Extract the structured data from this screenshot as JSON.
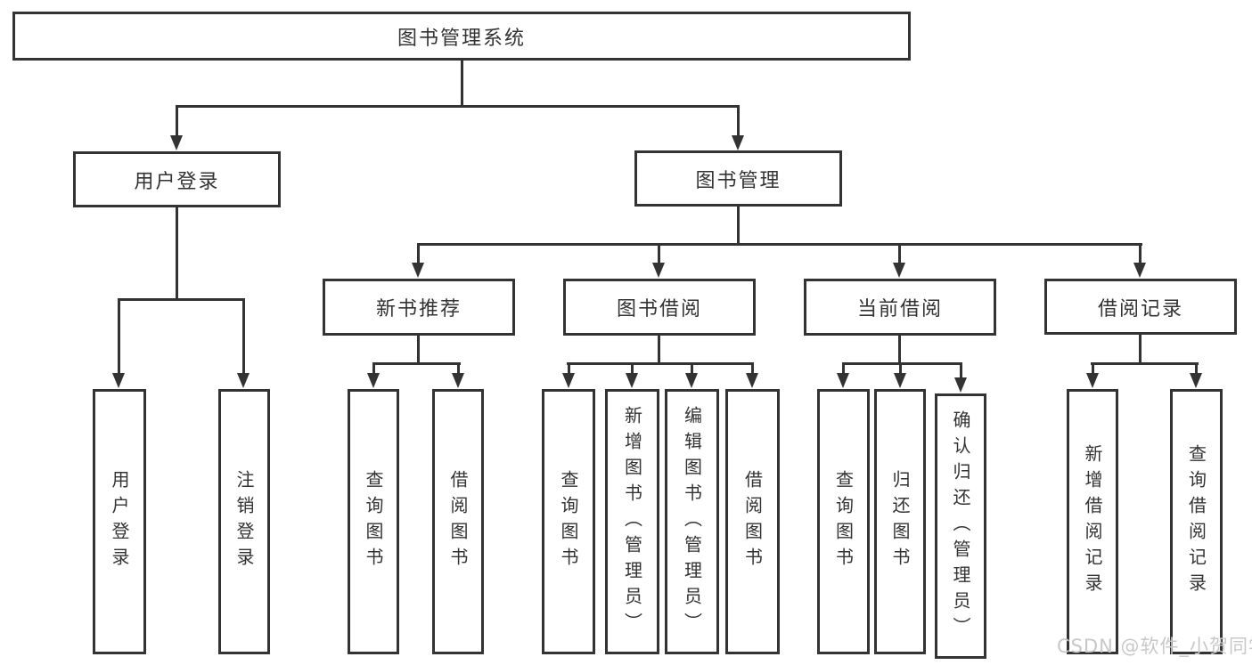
{
  "page": {
    "background": "#ffffff"
  },
  "colors": {
    "line": "#333333",
    "box_border": "#333333",
    "text": "#333333",
    "watermark_text": "#c8c8c8"
  },
  "diagram": {
    "root": {
      "label": "图书管理系统"
    },
    "level2": [
      {
        "id": "user-login",
        "label": "用户登录"
      },
      {
        "id": "book-management",
        "label": "图书管理"
      }
    ],
    "level3": [
      {
        "id": "new-book-recommend",
        "label": "新书推荐"
      },
      {
        "id": "book-borrow",
        "label": "图书借阅"
      },
      {
        "id": "current-borrow",
        "label": "当前借阅"
      },
      {
        "id": "borrow-records",
        "label": "借阅记录"
      }
    ],
    "leaves": [
      {
        "group": "user-login",
        "label": "用户登录"
      },
      {
        "group": "user-login",
        "label": "注销登录"
      },
      {
        "group": "new-book-recommend",
        "label": "查询图书"
      },
      {
        "group": "new-book-recommend",
        "label": "借阅图书"
      },
      {
        "group": "book-borrow",
        "label": "查询图书"
      },
      {
        "group": "book-borrow",
        "label": "新增图书（管理员）"
      },
      {
        "group": "book-borrow",
        "label": "编辑图书（管理员）"
      },
      {
        "group": "book-borrow",
        "label": "借阅图书"
      },
      {
        "group": "current-borrow",
        "label": "查询图书"
      },
      {
        "group": "current-borrow",
        "label": "归还图书"
      },
      {
        "group": "current-borrow",
        "label": "确认归还（管理员）"
      },
      {
        "group": "borrow-records",
        "label": "新增借阅记录"
      },
      {
        "group": "borrow-records",
        "label": "查询借阅记录"
      }
    ]
  },
  "watermark": {
    "text": "CSDN @软件_小贺同学"
  }
}
